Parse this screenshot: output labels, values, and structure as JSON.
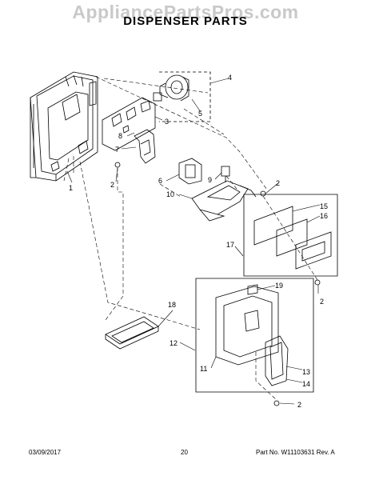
{
  "watermark": "AppliancePartsPros.com",
  "title": "DISPENSER PARTS",
  "callouts": {
    "c1": "1",
    "c2a": "2",
    "c2b": "2",
    "c2c": "2",
    "c2d": "2",
    "c3": "3",
    "c4": "4",
    "c5": "5",
    "c6": "6",
    "c7": "7",
    "c8": "8",
    "c9": "9",
    "c10": "10",
    "c11": "11",
    "c12": "12",
    "c13": "13",
    "c14": "14",
    "c15": "15",
    "c16": "16",
    "c17": "17",
    "c18": "18",
    "c19": "19"
  },
  "footer": {
    "date": "03/09/2017",
    "page": "20",
    "part_info": "Part No. W11103631  Rev. A"
  }
}
